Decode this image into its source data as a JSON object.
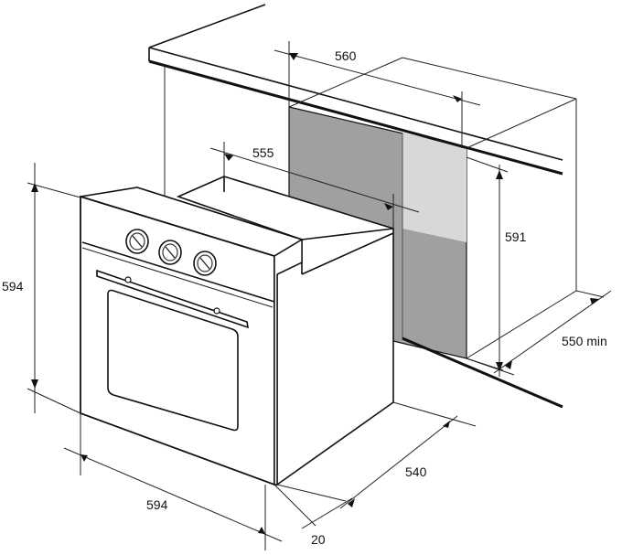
{
  "dimensions": {
    "niche_width": "560",
    "oven_body_width": "555",
    "niche_height": "591",
    "oven_height": "594",
    "niche_depth": "550 min",
    "oven_depth": "540",
    "oven_width": "594",
    "front_thickness": "20"
  },
  "colors": {
    "line": "#111111",
    "niche_shade_dark": "#9a9a9a",
    "niche_shade_light": "#d4d4d4",
    "background": "#ffffff"
  }
}
